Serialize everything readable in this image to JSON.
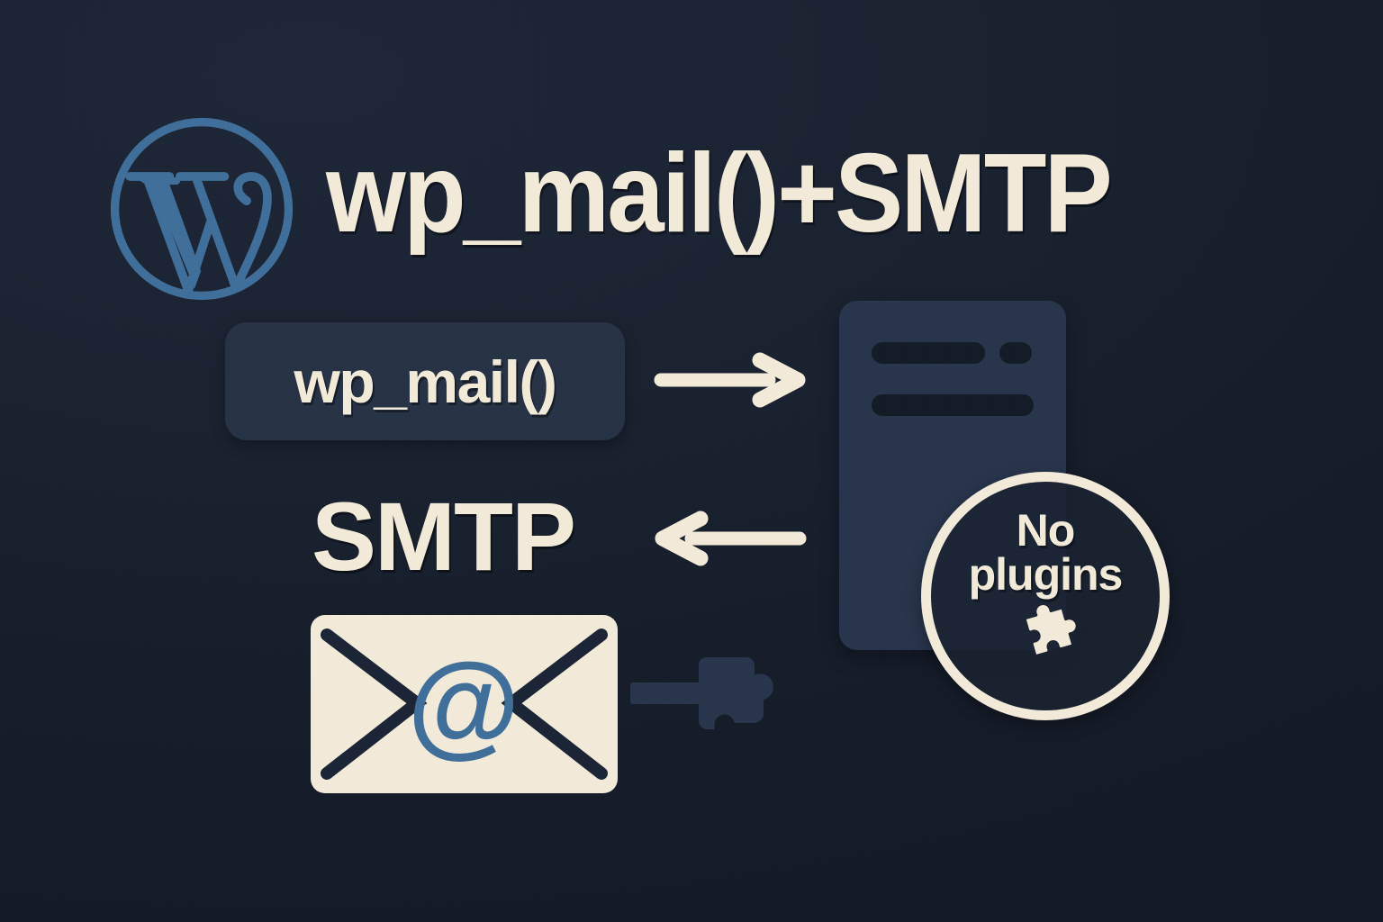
{
  "theme": {
    "background": "#1a2230",
    "cream": "#f2ead7",
    "wp_blue": "#3d6c97",
    "panel_navy": "#27344a",
    "chip_navy": "#263144",
    "bar_dark": "#141b26"
  },
  "brand": {
    "logo_name": "wordpress-logo",
    "logo_color": "#3d6c97"
  },
  "headline": {
    "text": "wp_mail()+SMTP"
  },
  "flow": {
    "code_chip": {
      "label": "wp_mail()"
    },
    "arrow_right": {
      "icon": "arrow-right-icon",
      "direction": "right"
    },
    "arrow_left": {
      "icon": "arrow-left-icon",
      "direction": "left"
    },
    "arrow_ghost": {
      "icon": "arrow-right-plugin-icon",
      "direction": "right"
    },
    "smtp_label": "SMTP"
  },
  "envelope": {
    "icon": "envelope-icon",
    "symbol": "@",
    "fill": "#f2ead7",
    "stroke": "#1b2434",
    "symbol_color": "#3d6c97"
  },
  "document_panel": {
    "icon": "document-icon",
    "rows": [
      {
        "bars": [
          "long",
          "short"
        ]
      },
      {
        "bars": [
          "full"
        ]
      }
    ]
  },
  "badge": {
    "line1": "No",
    "line2": "plugins",
    "icon": "puzzle-piece-icon",
    "border_color": "#f2ead7"
  }
}
